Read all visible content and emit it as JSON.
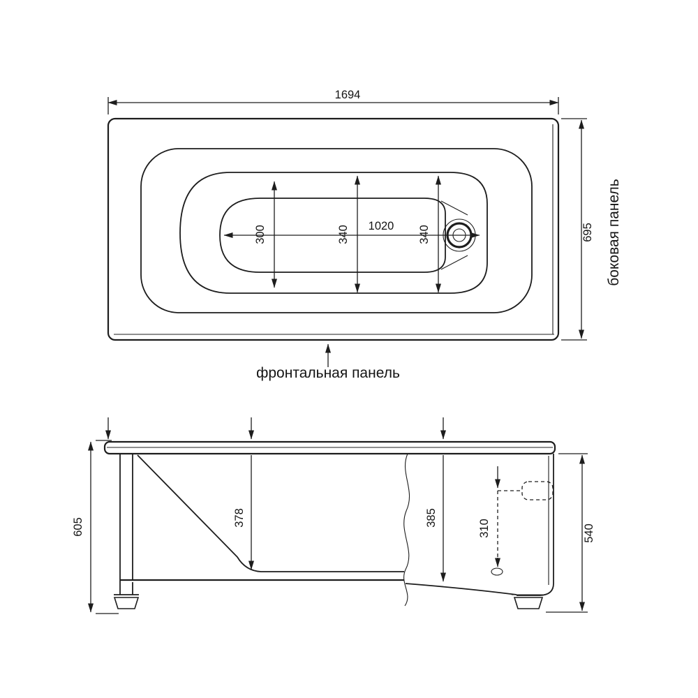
{
  "page": {
    "background": "#ffffff",
    "ink": "#1d1d1d"
  },
  "top_view": {
    "dim_overall_length": "1694",
    "dim_overall_width": "695",
    "dim_inner_length": "1020",
    "dim_width_left": "300",
    "dim_width_mid": "340",
    "dim_width_right": "340",
    "label_side_panel": "боковая панель",
    "label_front_panel": "фронтальная панель"
  },
  "side_view": {
    "dim_total_height": "605",
    "dim_depth_front": "378",
    "dim_depth_rear": "385",
    "dim_drain_offset": "310",
    "dim_panel_height": "540"
  }
}
